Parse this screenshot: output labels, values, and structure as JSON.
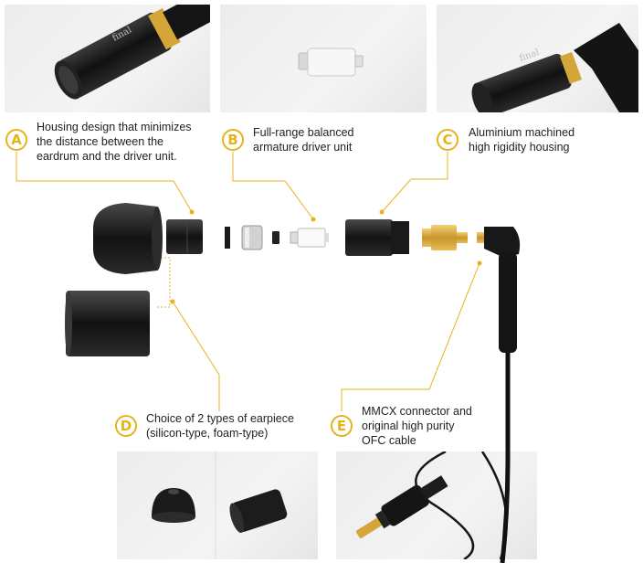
{
  "colors": {
    "accent": "#e8b21c",
    "leader_line": "#e8b21c",
    "photo_bg": "#eeeeee",
    "parts_black": "#1f1f1f",
    "brass": "#d4a63a",
    "silver": "#c8c8c8"
  },
  "callouts": [
    {
      "letter": "A",
      "lines": [
        "Housing design that minimizes",
        "the distance between the",
        "eardrum and the driver unit."
      ]
    },
    {
      "letter": "B",
      "lines": [
        "Full-range balanced",
        "armature driver unit"
      ]
    },
    {
      "letter": "C",
      "lines": [
        "Aluminium machined",
        "high rigidity housing"
      ]
    },
    {
      "letter": "D",
      "lines": [
        "Choice of 2 types of earpiece",
        "(silicon-type, foam-type)"
      ]
    },
    {
      "letter": "E",
      "lines": [
        "MMCX connector and",
        "original high purity",
        "OFC cable"
      ]
    }
  ],
  "photos": {
    "housing_closeup_a": {
      "brand_marking": "final"
    },
    "driver_unit_b": {},
    "housing_closeup_c": {
      "brand_marking": "final"
    },
    "earpieces_d": {},
    "cable_plug_e": {}
  }
}
